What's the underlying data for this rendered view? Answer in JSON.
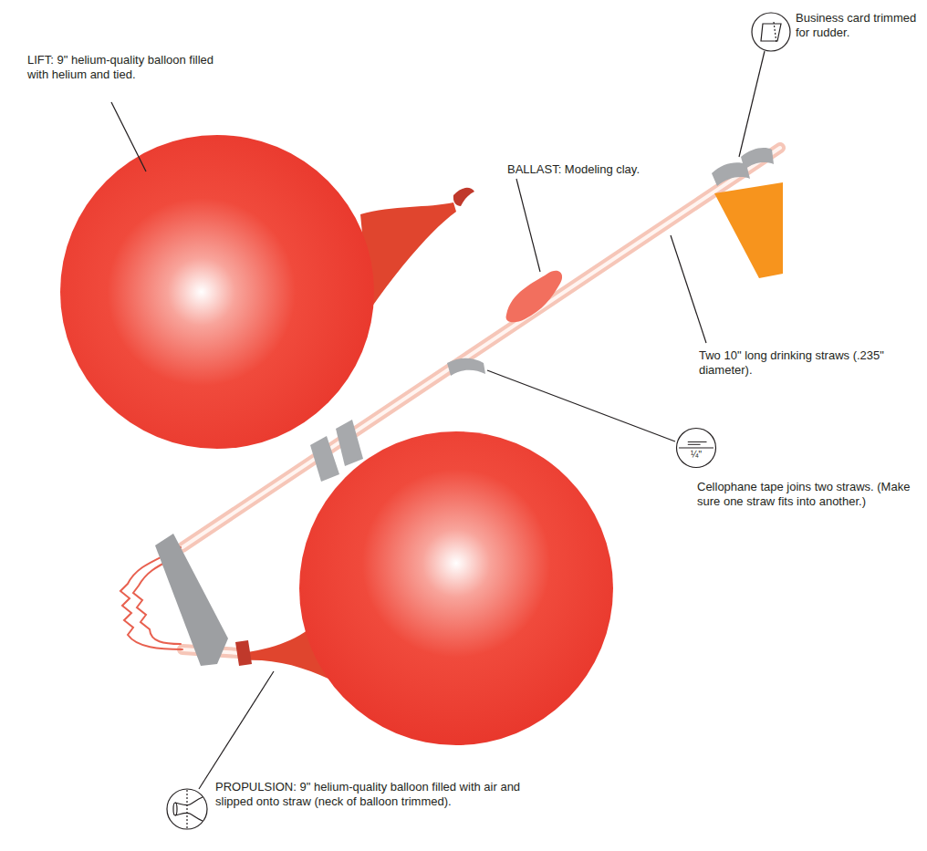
{
  "diagram": {
    "nodes": [
      {
        "text": [
          "¼\""
        ]
      }
    ],
    "labels": [
      "LIFT: 9\" helium-quality balloon filled with helium and tied.",
      "Business card trimmed for rudder.",
      "BALLAST: Modeling clay.",
      "Two 10\" long drinking straws (.235\" diameter).",
      "Cellophane tape joins two straws. (Make sure one straw fits into another.)",
      "PROPULSION: 9\" helium-quality balloon filled with air and slipped onto straw (neck of balloon trimmed)."
    ]
  }
}
